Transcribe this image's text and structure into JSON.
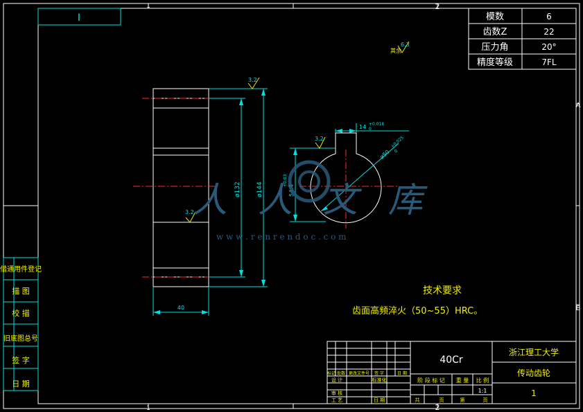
{
  "frame": {
    "zone_top_1": "1",
    "zone_top_2": "2",
    "zone_bottom_1": "1",
    "zone_bottom_2": "2",
    "zone_right_a": "A",
    "zone_right_b": "B",
    "corner_code": "I"
  },
  "params": [
    {
      "label": "模数",
      "value": "6"
    },
    {
      "label": "齿数Z",
      "value": "22"
    },
    {
      "label": "压力角",
      "value": "20°"
    },
    {
      "label": "精度等级",
      "value": "7FL"
    }
  ],
  "roughness": {
    "rest_label": "其余",
    "rest_value": "6.3",
    "top_face": "3.2",
    "keyway": "3.2",
    "tooth": "3.2"
  },
  "dimensions": {
    "d132": "ø132",
    "d144": "ø144",
    "width": "40",
    "key_width": "14",
    "key_width_tol_upper": "+0.018",
    "key_width_tol_lower": "0",
    "key_depth": "54.4",
    "key_depth_tol_upper": "+0.03",
    "key_depth_tol_lower": "0",
    "bore": "ø50",
    "bore_tol_upper": "+0.025",
    "bore_tol_lower": "0"
  },
  "tech": {
    "title": "技术要求",
    "line1": "齿面高频淬火（50~55）HRC。"
  },
  "side_labels": [
    "借通用件登记",
    "描 图",
    "校 描",
    "旧底图总号",
    "签 字",
    "日 期"
  ],
  "title_block": {
    "material": "40Cr",
    "school": "浙江理工大学",
    "part_name": "传动齿轮",
    "drawing_no": "1",
    "row_headers": [
      "标记",
      "处数",
      "更改文件号",
      "签 字",
      "日 期"
    ],
    "designer": "设 计",
    "standard": "标准化",
    "review": "审 核",
    "craft": "工 艺",
    "date_label": "日 期",
    "stage_label": "阶 段 标 记",
    "weight_label": "重 量",
    "ratio_label": "比 例",
    "ratio_value": "1:1",
    "total_label": "共",
    "page_unit": "页",
    "sheet_label": "第",
    "sheet_unit": "页"
  },
  "watermark": {
    "text": "人人文库",
    "url": "w w w . r e n r e n d o c . c o m"
  }
}
